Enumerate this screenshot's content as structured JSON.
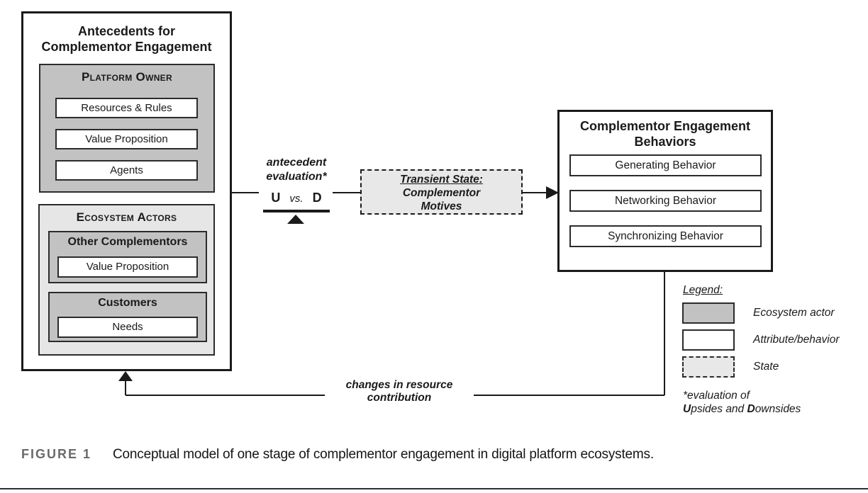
{
  "colors": {
    "ink": "#1a1a1a",
    "actor_fill": "#c2c2c2",
    "actors_container_fill": "#e6e6e6",
    "state_fill": "#e8e8e8",
    "caption_label": "#6a6a6a"
  },
  "antecedents": {
    "title_line1": "Antecedents for",
    "title_line2": "Complementor Engagement",
    "platform_owner": {
      "title": "Platform Owner",
      "attributes": [
        "Resources & Rules",
        "Value Proposition",
        "Agents"
      ]
    },
    "ecosystem_actors": {
      "title": "Ecosystem Actors",
      "other_complementors": {
        "title": "Other Complementors",
        "attribute": "Value Proposition"
      },
      "customers": {
        "title": "Customers",
        "attribute": "Needs"
      }
    }
  },
  "evaluation": {
    "label_line1": "antecedent",
    "label_line2": "evaluation*",
    "upside": "U",
    "versus": "vs.",
    "downside": "D"
  },
  "transient_state": {
    "title": "Transient State:",
    "body_line1": "Complementor",
    "body_line2": "Motives"
  },
  "behaviors": {
    "title_line1": "Complementor Engagement",
    "title_line2": "Behaviors",
    "items": [
      "Generating Behavior",
      "Networking Behavior",
      "Synchronizing Behavior"
    ]
  },
  "feedback": {
    "label_line1": "changes in resource",
    "label_line2": "contribution"
  },
  "legend": {
    "title": "Legend:",
    "ecosystem_actor": "Ecosystem actor",
    "attribute_behavior": "Attribute/behavior",
    "state": "State",
    "footnote_line1": "*evaluation of",
    "footnote_u": "U",
    "footnote_mid": "psides and ",
    "footnote_d": "D",
    "footnote_end": "ownsides"
  },
  "caption": {
    "label": "FIGURE 1",
    "text": "Conceptual model of one stage of complementor engagement in digital platform ecosystems."
  }
}
